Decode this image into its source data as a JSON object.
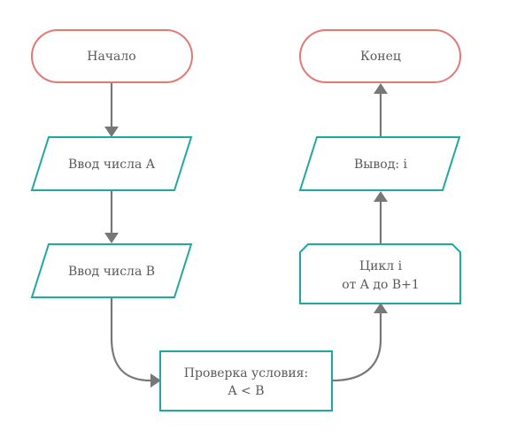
{
  "colors": {
    "terminal_stroke": "#e07a72",
    "process_stroke": "#1fa8a0",
    "connector": "#777777",
    "text": "#5a5a5a"
  },
  "nodes": {
    "start": {
      "label": "Начало"
    },
    "input_a": {
      "label": "Ввод числа A"
    },
    "input_b": {
      "label": "Ввод числа B"
    },
    "condition": {
      "line1": "Проверка условия:",
      "line2": "A < B"
    },
    "loop": {
      "line1": "Цикл i",
      "line2": "от A до B+1"
    },
    "output": {
      "label": "Вывод: i"
    },
    "end": {
      "label": "Конец"
    }
  }
}
